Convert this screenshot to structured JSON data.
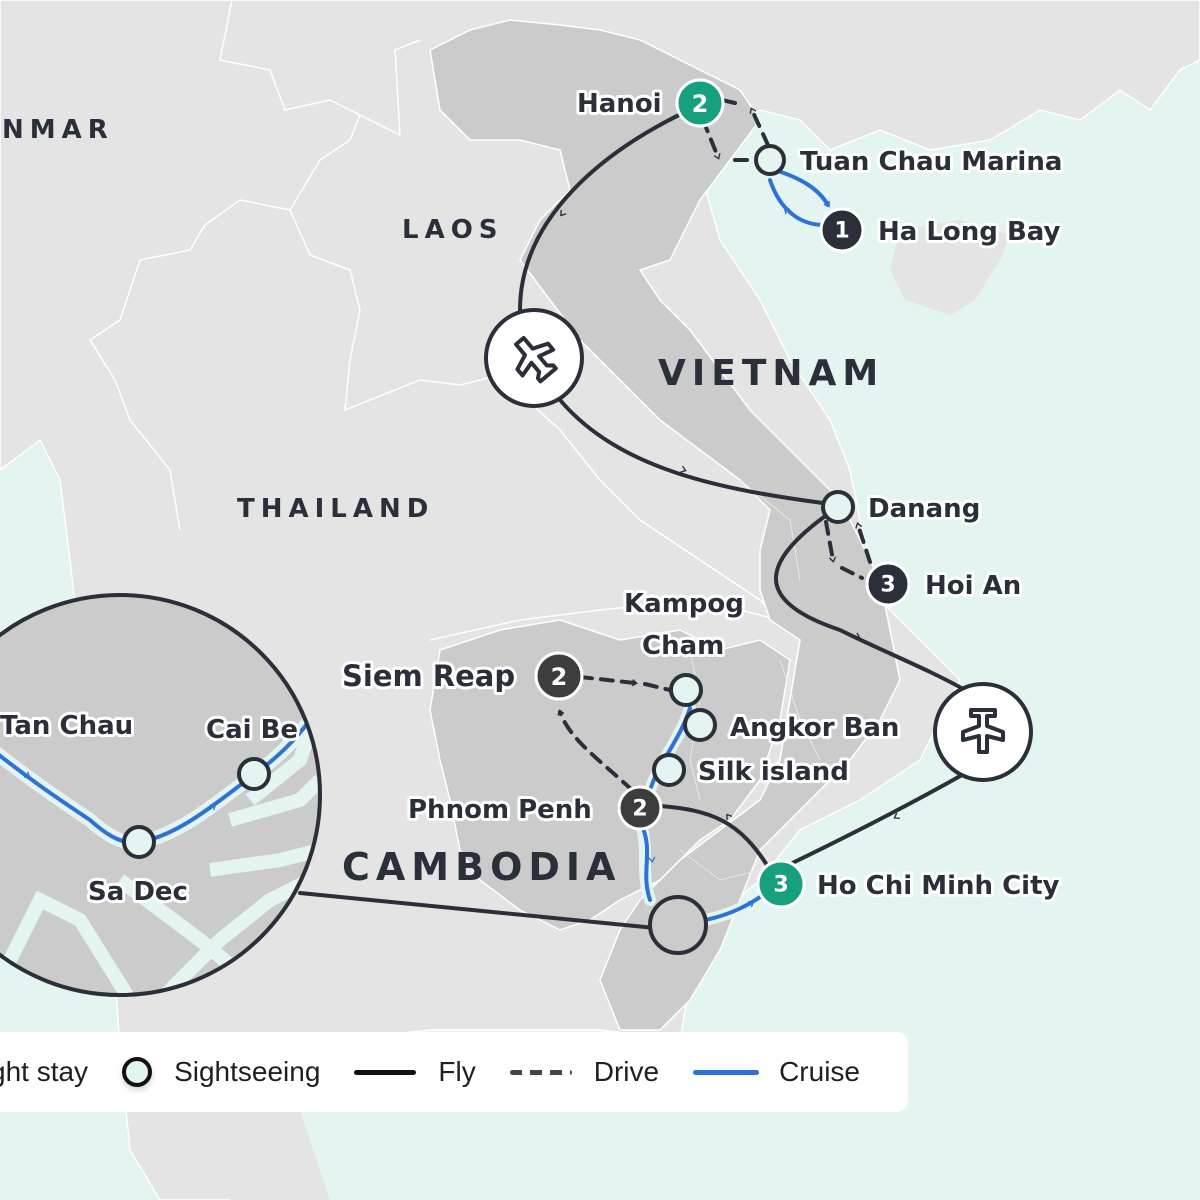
{
  "map": {
    "colors": {
      "sea": "#e3f4f1",
      "land_other": "#e4e4e4",
      "land_route": "#cbcbcb",
      "route_line": "#2b2f3a",
      "cruise": "#2f72d6",
      "highlight_marker": "#17a07d",
      "dark_marker": "#2b2f3a",
      "sightseeing_fill": "#e3f4f1"
    },
    "countries": {
      "myanmar": "NMAR",
      "laos": "LAOS",
      "vietnam": "VIETNAM",
      "thailand": "THAILAND",
      "cambodia": "CAMBODIA"
    },
    "stops": {
      "hanoi": {
        "label": "Hanoi",
        "nights": "2",
        "type": "overnight-highlight"
      },
      "tuan_chau": {
        "label": "Tuan Chau Marina",
        "type": "sightseeing"
      },
      "ha_long": {
        "label": "Ha Long Bay",
        "nights": "1",
        "type": "overnight"
      },
      "danang": {
        "label": "Danang",
        "type": "sightseeing"
      },
      "hoi_an": {
        "label": "Hoi An",
        "nights": "3",
        "type": "overnight"
      },
      "kampog_1": "Kampog",
      "kampog_2": "Cham",
      "siem_reap": {
        "label": "Siem Reap",
        "nights": "2",
        "type": "overnight"
      },
      "angkor_ban": {
        "label": "Angkor Ban",
        "type": "sightseeing"
      },
      "silk_island": {
        "label": "Silk island",
        "type": "sightseeing"
      },
      "phnom_penh": {
        "label": "Phnom Penh",
        "nights": "2",
        "type": "overnight"
      },
      "hcmc": {
        "label": "Ho Chi Minh City",
        "nights": "3",
        "type": "overnight-highlight"
      }
    },
    "inset": {
      "tan_chau": "Tan Chau",
      "cai_be": "Cai Be",
      "sa_dec": "Sa Dec"
    }
  },
  "legend": {
    "items": [
      {
        "label": "ght stay",
        "icon": "overnight-stay-icon"
      },
      {
        "label": "Sightseeing",
        "icon": "sightseeing-circle-icon"
      },
      {
        "label": "Fly",
        "icon": "solid-line-icon"
      },
      {
        "label": "Drive",
        "icon": "dashed-line-icon"
      },
      {
        "label": "Cruise",
        "icon": "blue-line-icon"
      }
    ]
  }
}
